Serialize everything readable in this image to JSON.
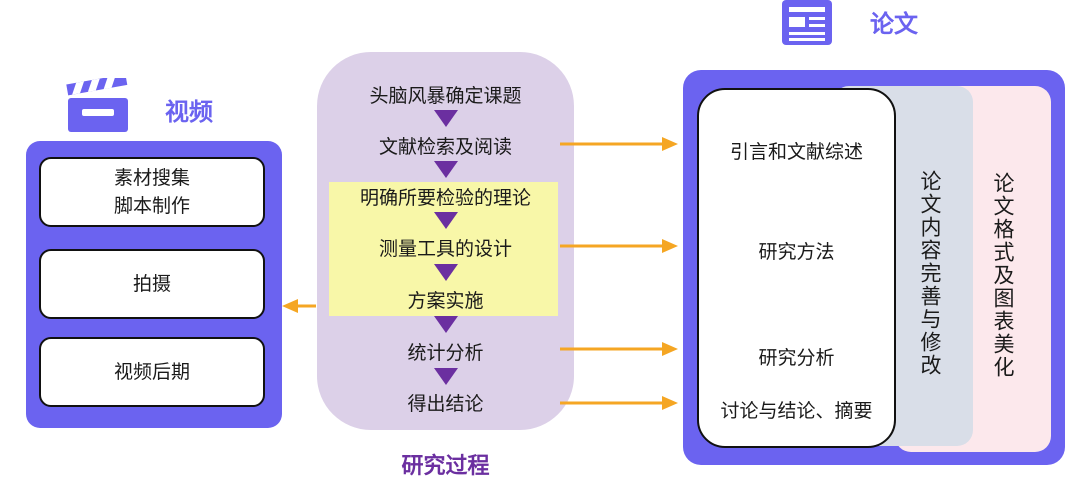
{
  "video": {
    "title": "视频",
    "items": [
      "素材搜集\n脚本制作",
      "拍摄",
      "视频后期"
    ]
  },
  "process": {
    "title": "研究过程",
    "steps": [
      "头脑风暴确定课题",
      "文献检索及阅读",
      "明确所要检验的理论",
      "测量工具的设计",
      "方案实施",
      "统计分析",
      "得出结论"
    ]
  },
  "paper": {
    "title": "论文",
    "sections": [
      "引言和文献综述",
      "研究方法",
      "研究分析",
      "讨论与结论、摘要"
    ],
    "revise_label": "论文内容完善与修改",
    "format_label": "论文格式及图表美化"
  },
  "colors": {
    "accent": "#6b63f0",
    "process_bg": "#dcd0e8",
    "highlight": "#f8f7a8",
    "arrow": "#f5a623",
    "triangle": "#6b2fa0"
  }
}
